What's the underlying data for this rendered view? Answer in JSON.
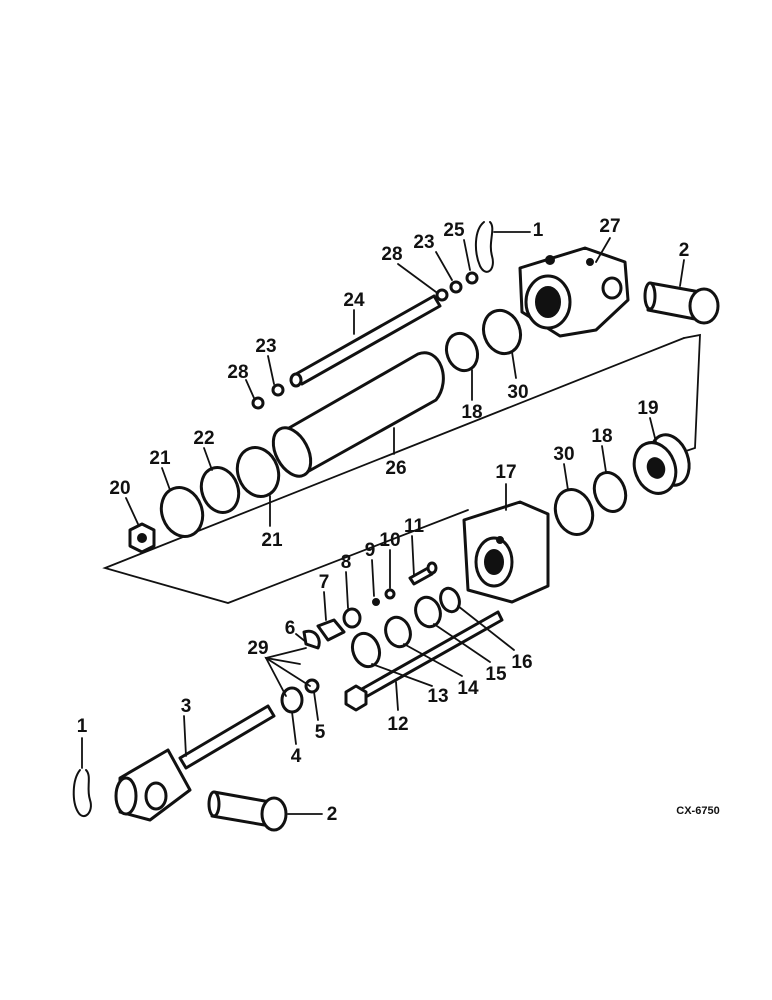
{
  "diagram": {
    "drawing_code": "CX-6750",
    "callouts": [
      {
        "id": "c1a",
        "text": "1"
      },
      {
        "id": "c1b",
        "text": "1"
      },
      {
        "id": "c2a",
        "text": "2"
      },
      {
        "id": "c2b",
        "text": "2"
      },
      {
        "id": "c3",
        "text": "3"
      },
      {
        "id": "c4",
        "text": "4"
      },
      {
        "id": "c5",
        "text": "5"
      },
      {
        "id": "c6",
        "text": "6"
      },
      {
        "id": "c7",
        "text": "7"
      },
      {
        "id": "c8",
        "text": "8"
      },
      {
        "id": "c9",
        "text": "9"
      },
      {
        "id": "c10",
        "text": "10"
      },
      {
        "id": "c11",
        "text": "11"
      },
      {
        "id": "c12",
        "text": "12"
      },
      {
        "id": "c13",
        "text": "13"
      },
      {
        "id": "c14",
        "text": "14"
      },
      {
        "id": "c15",
        "text": "15"
      },
      {
        "id": "c16",
        "text": "16"
      },
      {
        "id": "c17",
        "text": "17"
      },
      {
        "id": "c18a",
        "text": "18"
      },
      {
        "id": "c18b",
        "text": "18"
      },
      {
        "id": "c19",
        "text": "19"
      },
      {
        "id": "c20",
        "text": "20"
      },
      {
        "id": "c21a",
        "text": "21"
      },
      {
        "id": "c21b",
        "text": "21"
      },
      {
        "id": "c22",
        "text": "22"
      },
      {
        "id": "c23a",
        "text": "23"
      },
      {
        "id": "c23b",
        "text": "23"
      },
      {
        "id": "c24",
        "text": "24"
      },
      {
        "id": "c25",
        "text": "25"
      },
      {
        "id": "c26",
        "text": "26"
      },
      {
        "id": "c27",
        "text": "27"
      },
      {
        "id": "c28a",
        "text": "28"
      },
      {
        "id": "c28b",
        "text": "28"
      },
      {
        "id": "c29",
        "text": "29"
      },
      {
        "id": "c30a",
        "text": "30"
      },
      {
        "id": "c30b",
        "text": "30"
      }
    ]
  }
}
